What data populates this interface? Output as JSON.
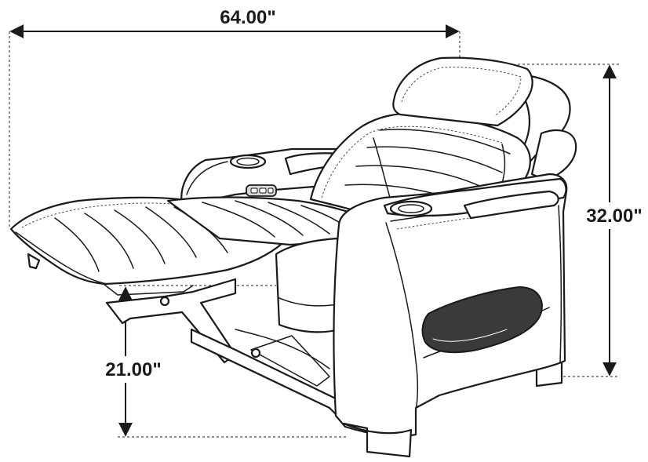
{
  "dimensions": {
    "width_label": "64.00\"",
    "height_label": "32.00\"",
    "seat_height_label": "21.00\""
  },
  "colors": {
    "line": "#1a1a1a",
    "panel": "#3a3a3a",
    "background": "#ffffff"
  }
}
